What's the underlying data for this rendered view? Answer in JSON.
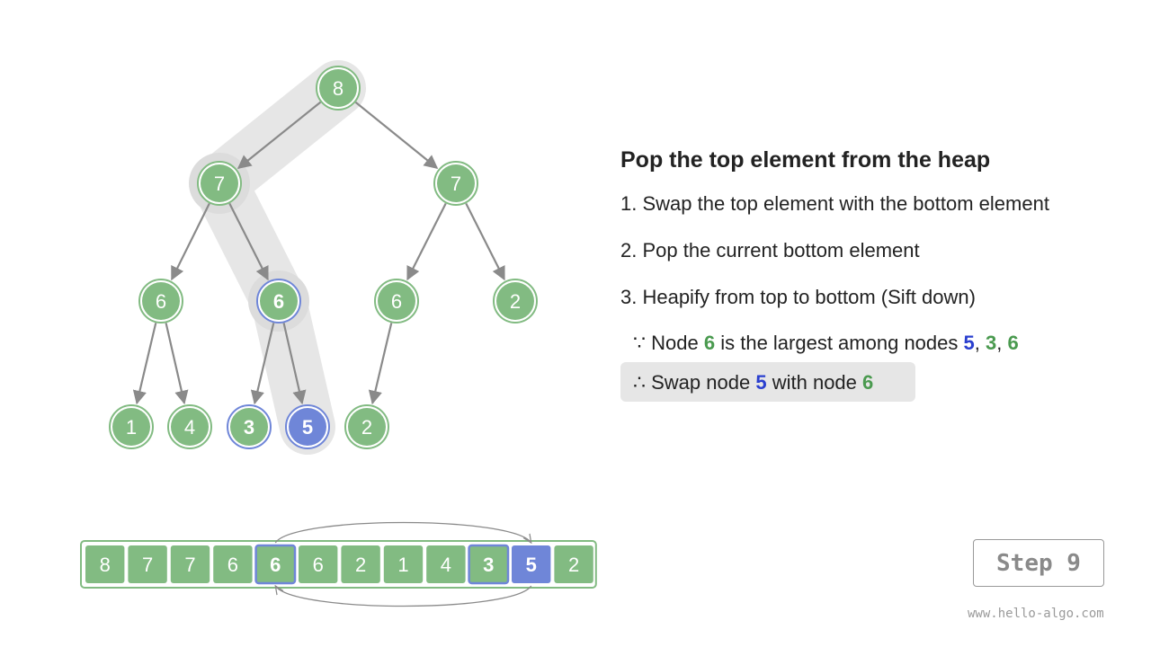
{
  "heading": "Pop the top element from the heap",
  "steps": [
    "1. Swap the top element with the bottom element",
    "2. Pop the current bottom element",
    "3. Heapify from top to bottom (Sift down)"
  ],
  "because": {
    "symbol": "∵",
    "prefix": "Node",
    "node": "6",
    "middle": "is the largest among nodes",
    "a": "5",
    "b": "3",
    "c": "6"
  },
  "therefore": {
    "symbol": "∴",
    "prefix": "Swap node",
    "a": "5",
    "middle": "with node",
    "b": "6"
  },
  "step_label": "Step 9",
  "footer": "www.hello-algo.com",
  "colors": {
    "node_green": "#82bb82",
    "node_blue": "#6f86d8",
    "edge": "#8a8a8a",
    "highlight": "#e6e6e6"
  },
  "tree_nodes": [
    {
      "label": "8",
      "state": "normal"
    },
    {
      "label": "7",
      "state": "normal"
    },
    {
      "label": "7",
      "state": "normal"
    },
    {
      "label": "6",
      "state": "normal"
    },
    {
      "label": "6",
      "state": "compare"
    },
    {
      "label": "6",
      "state": "normal"
    },
    {
      "label": "2",
      "state": "normal"
    },
    {
      "label": "1",
      "state": "normal"
    },
    {
      "label": "4",
      "state": "normal"
    },
    {
      "label": "3",
      "state": "compare"
    },
    {
      "label": "5",
      "state": "current"
    },
    {
      "label": "2",
      "state": "normal"
    }
  ],
  "array": [
    "8",
    "7",
    "7",
    "6",
    "6",
    "6",
    "2",
    "1",
    "4",
    "3",
    "5",
    "2"
  ]
}
